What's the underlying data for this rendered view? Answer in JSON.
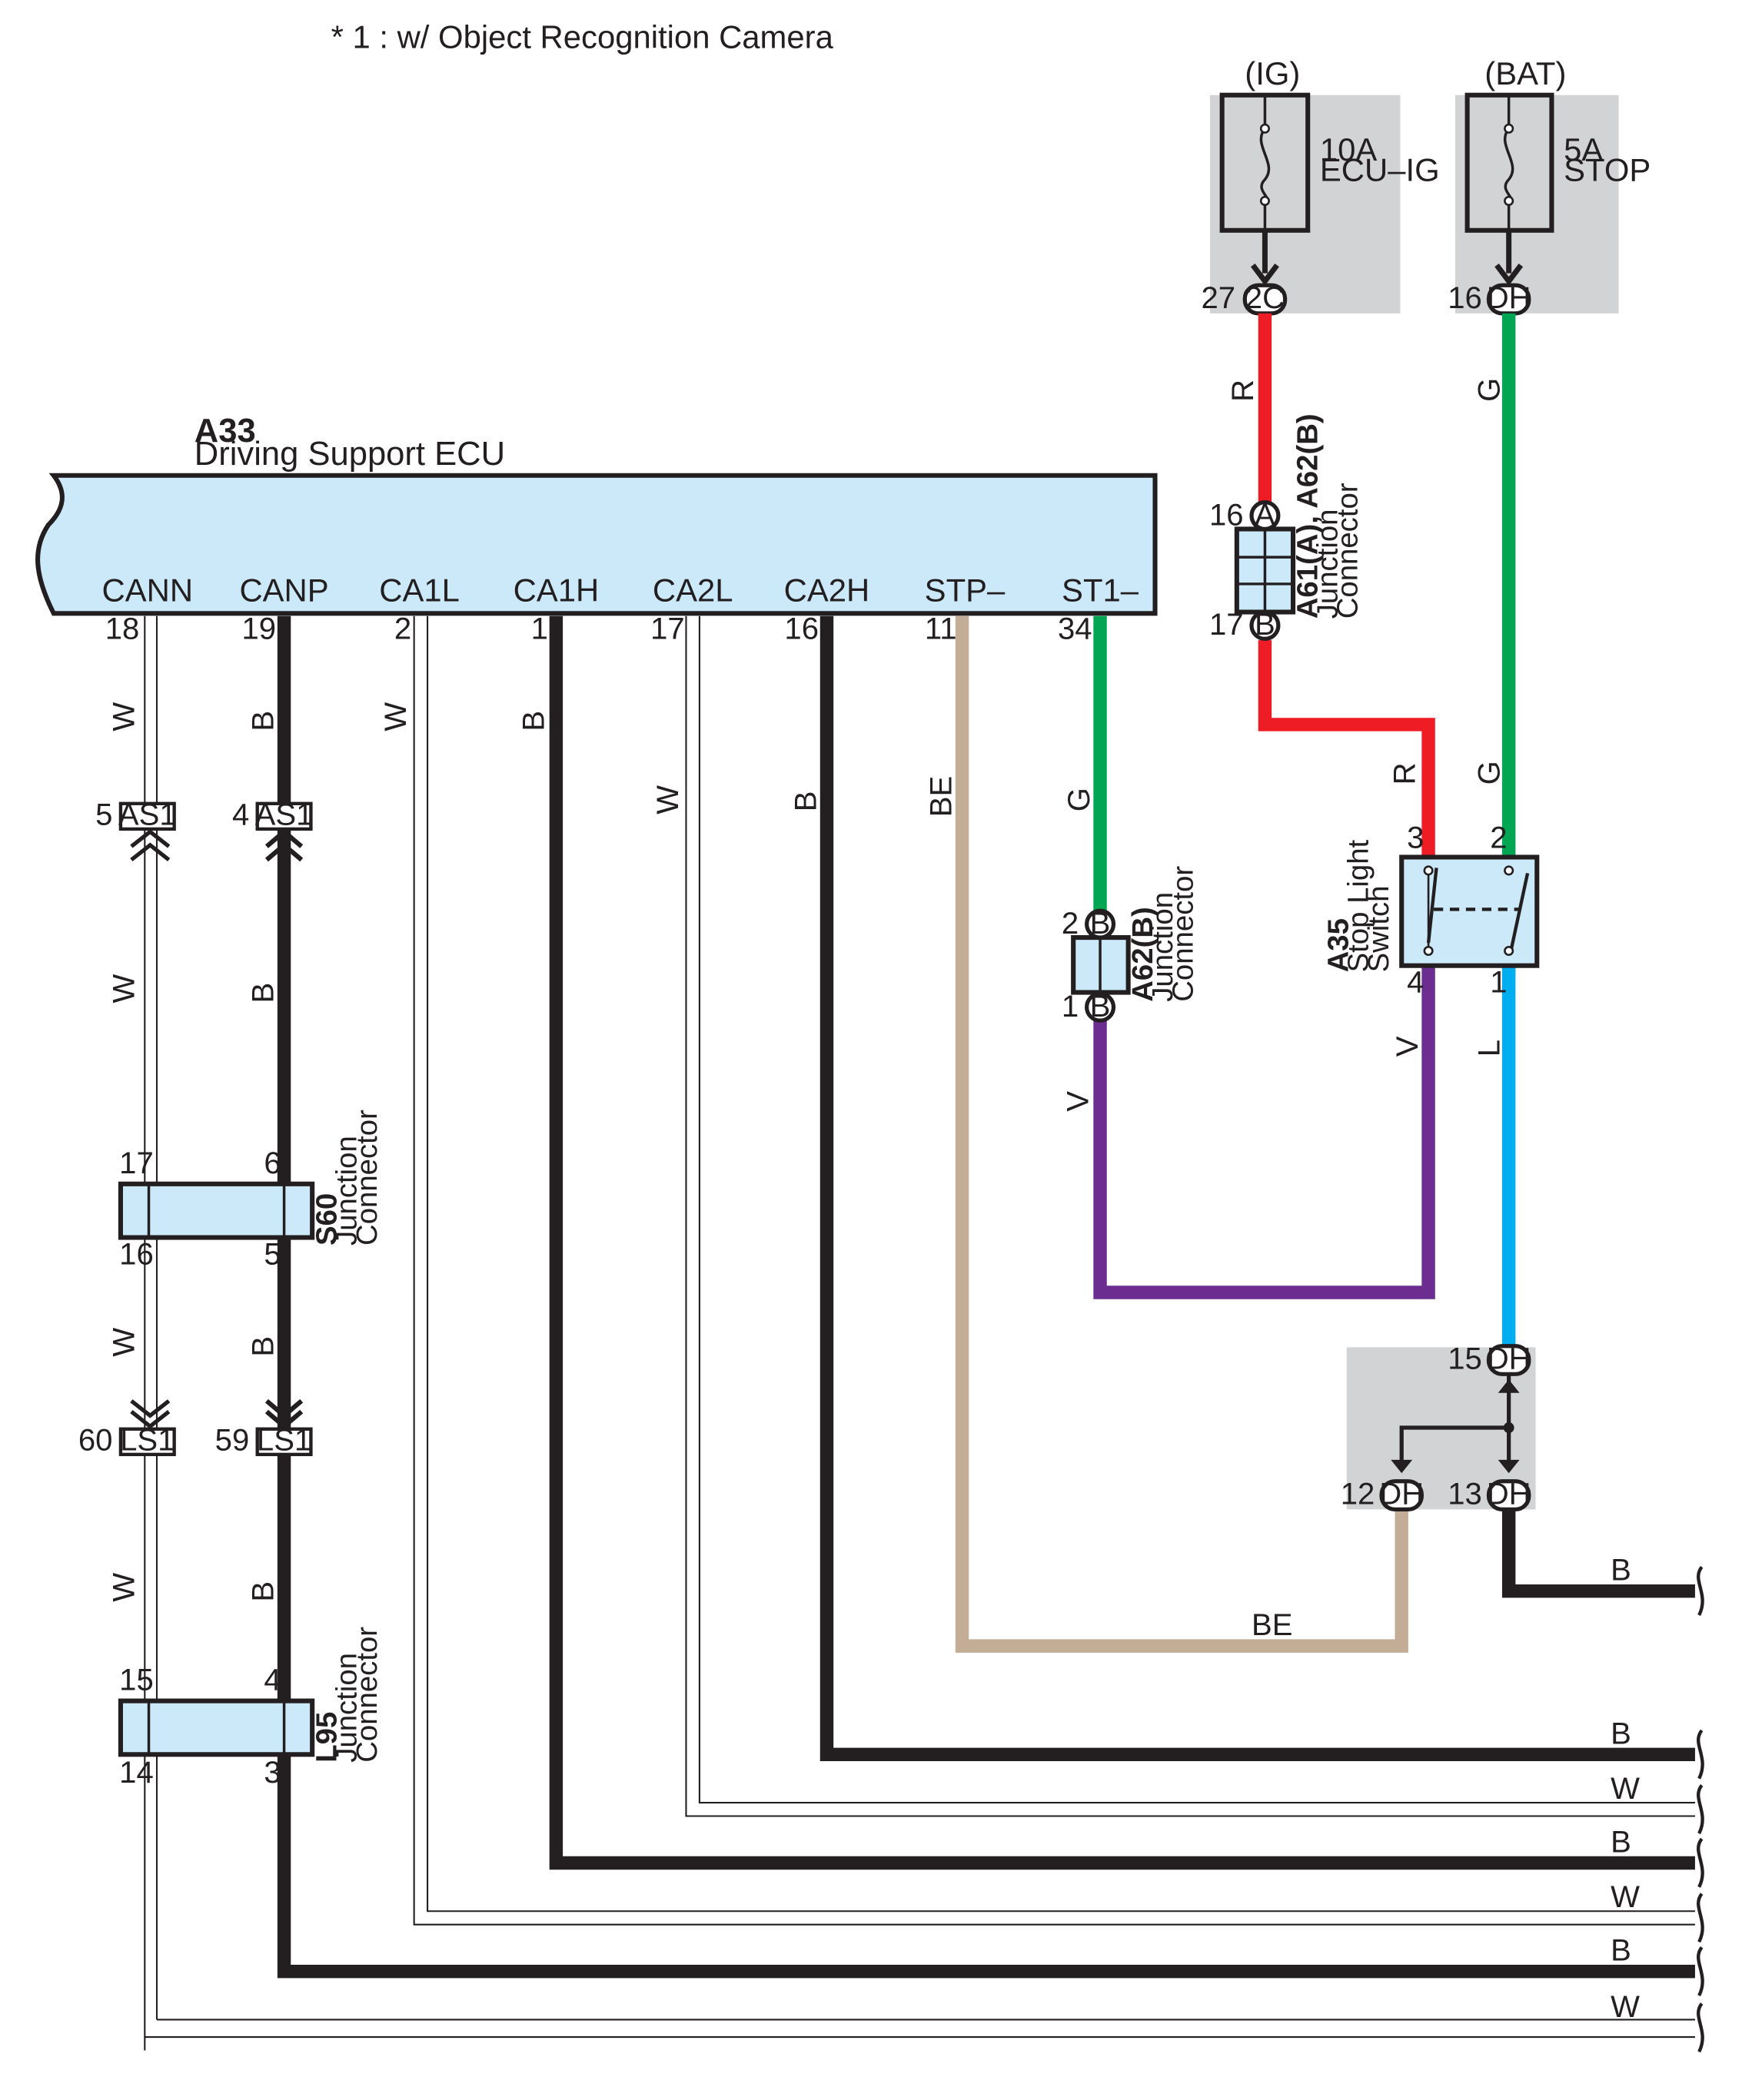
{
  "note": "* 1 : w/ Object Recognition Camera",
  "colors": {
    "R": "#ee1c25",
    "G": "#00a651",
    "B": "#231f20",
    "W": "#ffffff",
    "BE": "#c4ad97",
    "V": "#6c2d91",
    "L": "#00aeef",
    "ecu_fill": "#cce9f9",
    "fuse_box": "#d1d3d4"
  },
  "ecu": {
    "code": "A33",
    "name": "Driving Support ECU",
    "pins": [
      {
        "label": "CANN",
        "num": "18",
        "wire": "W"
      },
      {
        "label": "CANP",
        "num": "19",
        "wire": "B"
      },
      {
        "label": "CA1L",
        "num": "2",
        "wire": "W"
      },
      {
        "label": "CA1H",
        "num": "1",
        "wire": "B"
      },
      {
        "label": "CA2L",
        "num": "17",
        "wire": "W"
      },
      {
        "label": "CA2H",
        "num": "16",
        "wire": "B"
      },
      {
        "label": "STP–",
        "num": "11",
        "wire": "BE"
      },
      {
        "label": "ST1–",
        "num": "34",
        "wire": "G"
      }
    ]
  },
  "fuses": {
    "ig": {
      "source": "(IG)",
      "rating": "10A",
      "name": "ECU–IG",
      "pin": "27",
      "conn": "2C"
    },
    "bat": {
      "source": "(BAT)",
      "rating": "5A",
      "name": "STOP",
      "pin": "16",
      "conn": "DH"
    }
  },
  "jc_a61": {
    "code": "A61(A), A62(B)",
    "name_1": "Junction",
    "name_2": "Connector",
    "top_pin": "16",
    "top_conn": "A",
    "bot_pin": "17",
    "bot_conn": "B"
  },
  "jc_a62": {
    "code": "A62(B)",
    "name_1": "Junction",
    "name_2": "Connector",
    "top_pin": "2",
    "top_conn": "B",
    "bot_pin": "1",
    "bot_conn": "B"
  },
  "switch": {
    "code": "A35",
    "name_1": "Stop Light",
    "name_2": "Switch",
    "pin3": "3",
    "pin2": "2",
    "pin4": "4",
    "pin1": "1"
  },
  "as1": {
    "conn": "AS1",
    "pin_w": "5",
    "pin_b": "4"
  },
  "ls1": {
    "conn": "LS1",
    "pin_w": "60",
    "pin_b": "59"
  },
  "s60": {
    "code": "S60",
    "name_1": "Junction",
    "name_2": "Connector",
    "pin_tl": "17",
    "pin_tr": "6",
    "pin_bl": "16",
    "pin_br": "5"
  },
  "l95": {
    "code": "L95",
    "name_1": "Junction",
    "name_2": "Connector",
    "pin_tl": "15",
    "pin_tr": "4",
    "pin_bl": "14",
    "pin_br": "3"
  },
  "dh": {
    "conn": "DH",
    "pin15": "15",
    "pin12": "12",
    "pin13": "13"
  },
  "wire_codes": {
    "R": "R",
    "G": "G",
    "B": "B",
    "W": "W",
    "BE": "BE",
    "V": "V",
    "L": "L"
  },
  "right_exits": [
    "B",
    "BE",
    "B",
    "W",
    "B",
    "W",
    "B",
    "W"
  ]
}
